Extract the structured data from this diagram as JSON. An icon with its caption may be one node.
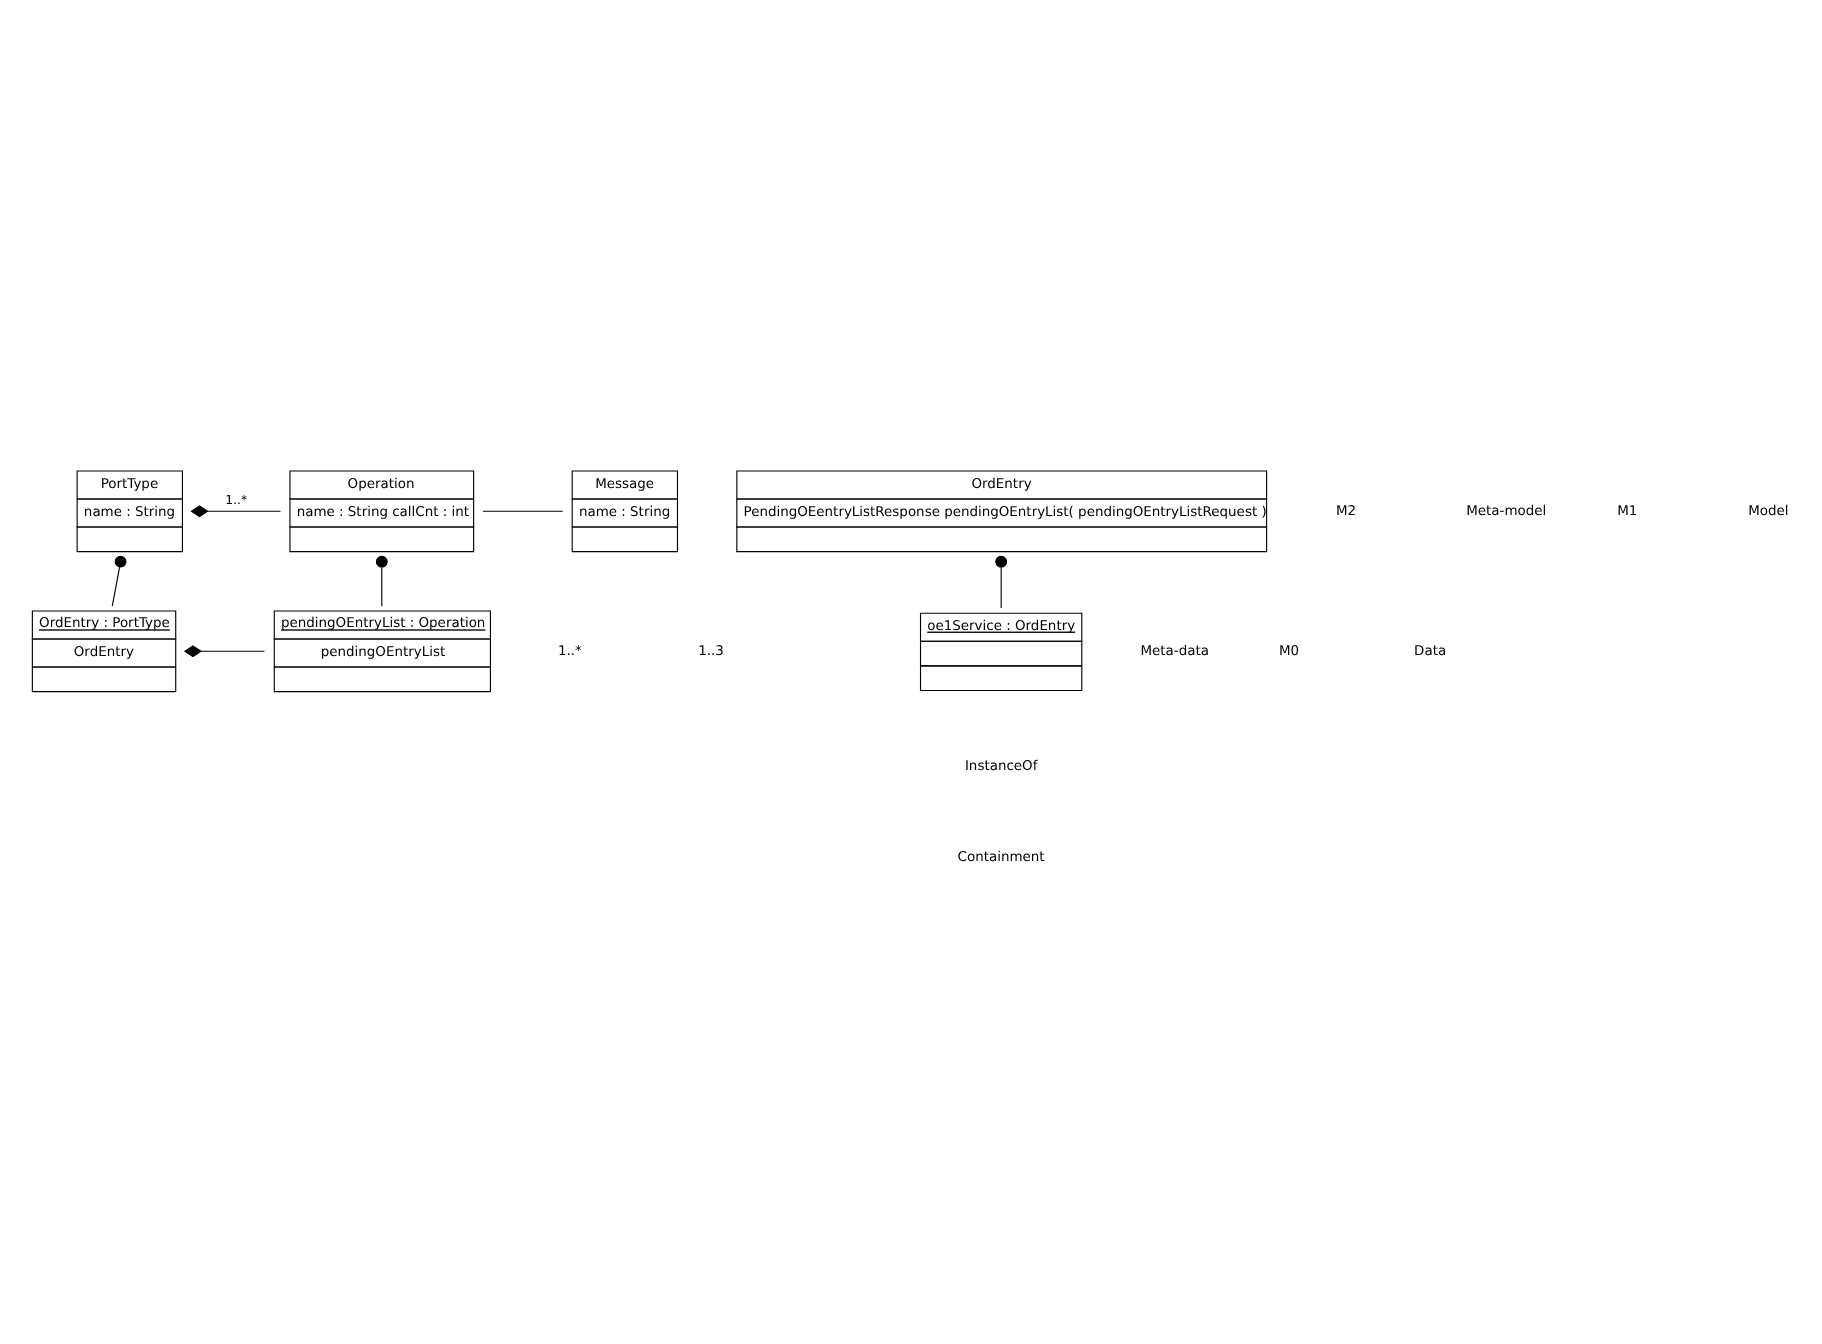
{
  "diagram": {
    "nodes": [
      {
        "text": [
          "PortType",
          "name : String"
        ]
      },
      {
        "text": [
          "Operation",
          "name : String callCnt : int"
        ]
      },
      {
        "text": [
          "Message",
          "name : String"
        ]
      },
      {
        "text": [
          "OrdEntry : PortType",
          "OrdEntry"
        ]
      },
      {
        "text": [
          "pendingOEntryList : Operation",
          "pendingOEntryList"
        ]
      },
      {
        "text": [
          "OrdEntry",
          "PendingOEentryListResponse pendingOEntryList( pendingOEntryListRequest )"
        ]
      },
      {
        "text": [
          "oe1Service : OrdEntry"
        ]
      }
    ],
    "edges": [
      {
        "from": 0,
        "to": 1,
        "arrow": "other",
        "label": "1..*"
      },
      {
        "from": 1,
        "to": 2,
        "arrow": "none"
      },
      {
        "from": 0,
        "to": 3,
        "arrow": "other"
      },
      {
        "from": 1,
        "to": 4,
        "arrow": "other"
      },
      {
        "from": 3,
        "to": 4,
        "arrow": "other"
      },
      {
        "from": 5,
        "to": 6,
        "arrow": "other"
      }
    ],
    "labels": [
      "M2",
      "Meta-model",
      "1..*",
      "1..3",
      "Meta-data",
      "M1",
      "Model",
      "M0",
      "Data"
    ],
    "legend": [
      {
        "text": "InstanceOf"
      },
      {
        "text": "Containment"
      }
    ]
  }
}
